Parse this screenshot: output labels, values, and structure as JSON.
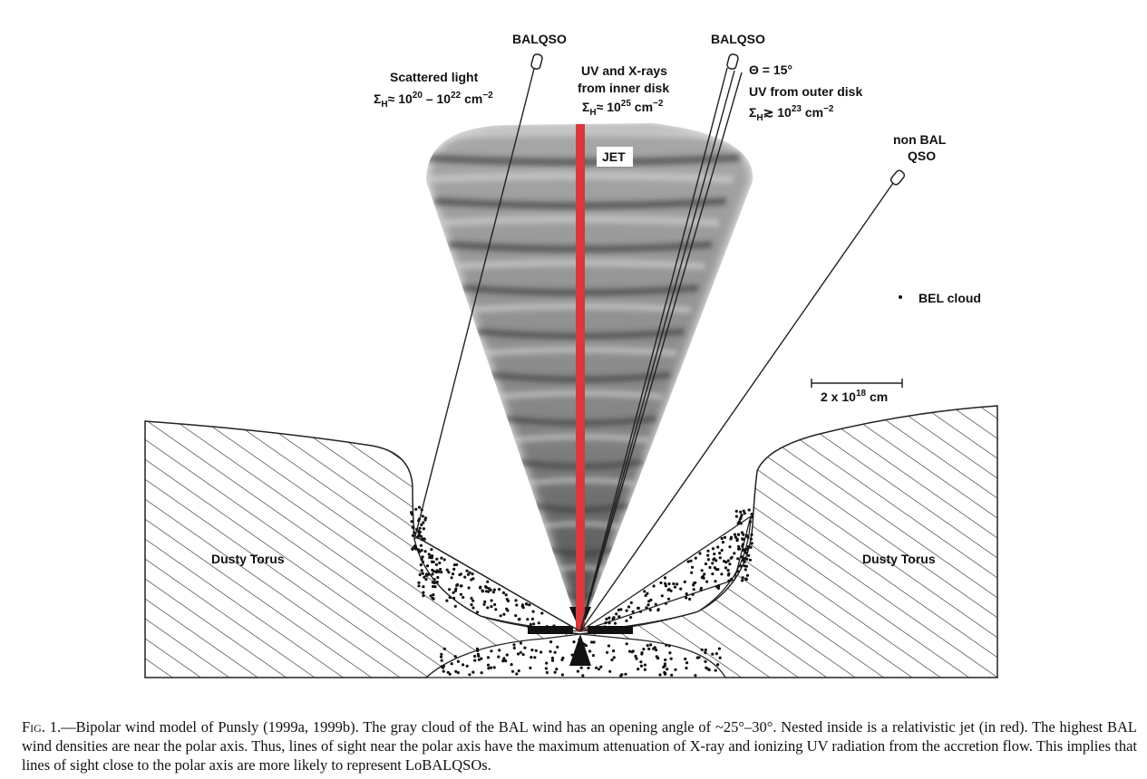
{
  "labels": {
    "balqso_left": "BALQSO",
    "balqso_right": "BALQSO",
    "scattered_title": "Scattered light",
    "scattered_sigma": "Σ_H ≈ 10^20 – 10^22 cm^−2",
    "inner_title_1": "UV and X-rays",
    "inner_title_2": "from inner disk",
    "inner_sigma": "Σ_H ≈ 10^25 cm^−2",
    "theta": "Θ = 15°",
    "outer_title": "UV from outer disk",
    "outer_sigma": "Σ_H ≳ 10^23 cm^−2",
    "nonbal_1": "non BAL",
    "nonbal_2": "QSO",
    "jet": "JET",
    "bel": "BEL cloud",
    "scale": "2 x 10^18 cm",
    "torus_left": "Dusty Torus",
    "torus_right": "Dusty Torus"
  },
  "caption": {
    "fig_label": "Fig. 1.",
    "text": "—Bipolar wind model of Punsly (1999a, 1999b). The gray cloud of the BAL wind has an opening angle of ~25°–30°. Nested inside is a relativistic jet (in red). The highest BAL wind densities are near the polar axis. Thus, lines of sight near the polar axis have the maximum attenuation of X-ray and ionizing UV radiation from the accretion flow. This implies that lines of sight close to the polar axis are more likely to represent LoBALQSOs."
  },
  "colors": {
    "jet": "#d9383c",
    "wind": "#555555",
    "ink": "#111111"
  }
}
